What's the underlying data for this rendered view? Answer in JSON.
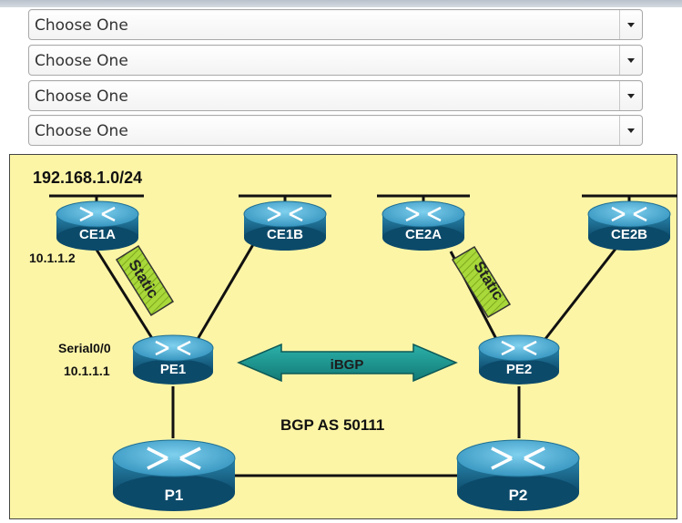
{
  "dropdowns": [
    {
      "selected": "Choose One"
    },
    {
      "selected": "Choose One"
    },
    {
      "selected": "Choose One"
    },
    {
      "selected": "Choose One"
    }
  ],
  "diagram": {
    "network_label": "192.168.1.0/24",
    "ce1a_ip": "10.1.1.2",
    "pe1_interface": "Serial0/0",
    "pe1_ip": "10.1.1.1",
    "static_label": "Static",
    "ibgp_label": "iBGP",
    "as_label": "BGP AS 50111",
    "routers": {
      "ce1a": "CE1A",
      "ce1b": "CE1B",
      "ce2a": "CE2A",
      "ce2b": "CE2B",
      "pe1": "PE1",
      "pe2": "PE2",
      "p1": "P1",
      "p2": "P2"
    },
    "colors": {
      "background": "#fdf5a6",
      "router": "#2e8fb8",
      "static_band": "#9ccc2e",
      "ibgp_arrow": "#1f9a96"
    }
  }
}
